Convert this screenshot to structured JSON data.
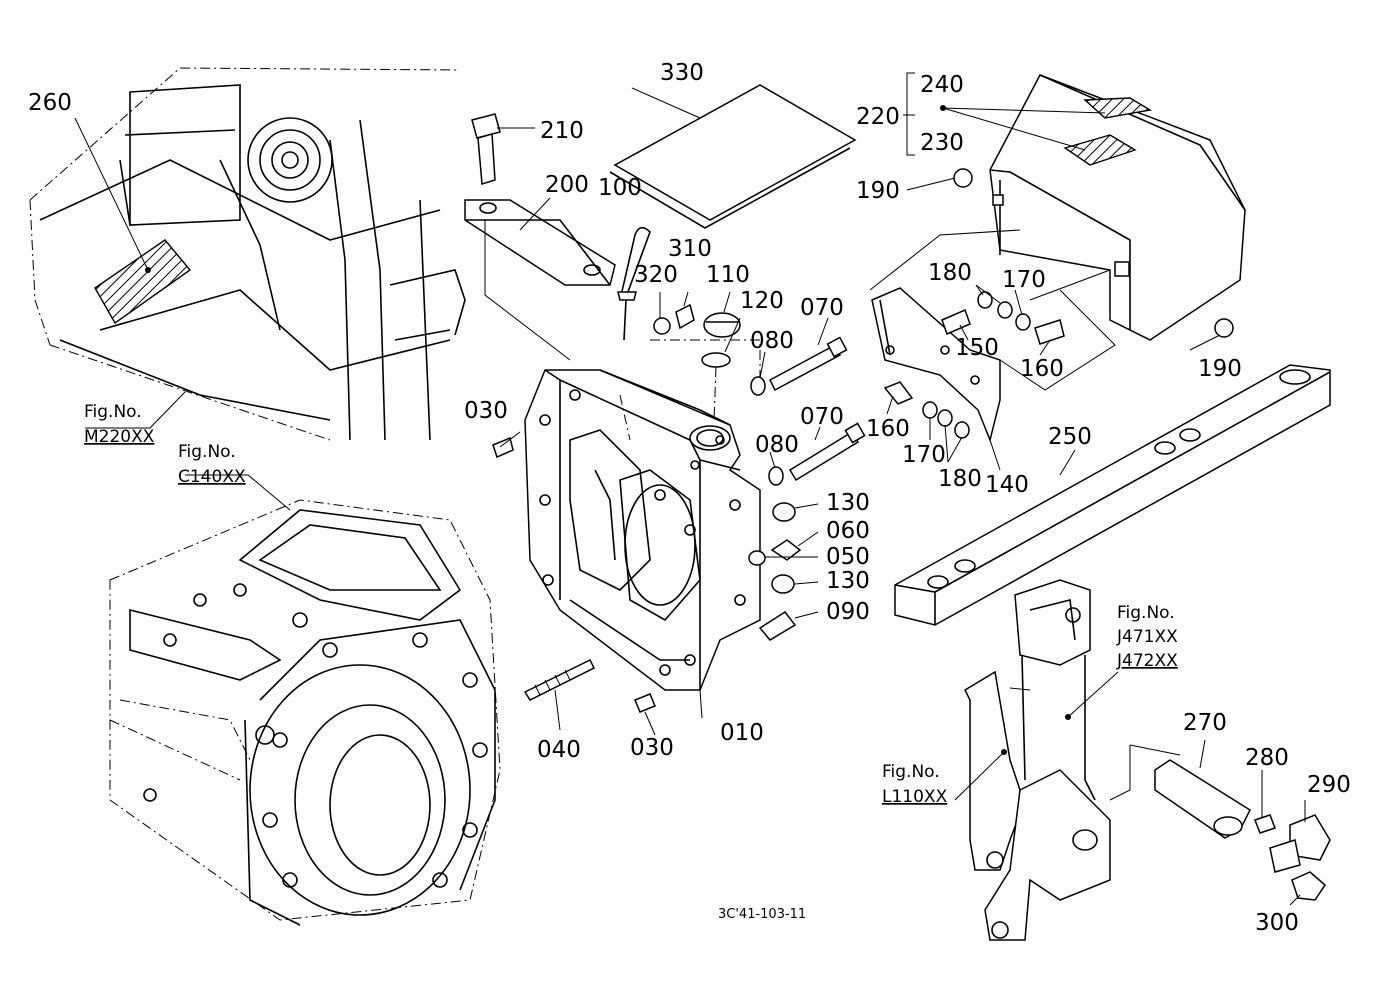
{
  "diagram": {
    "drawing_code": "3C'41-103-11",
    "part_labels": {
      "p010": "010",
      "p030a": "030",
      "p030b": "030",
      "p040": "040",
      "p050": "050",
      "p060": "060",
      "p070a": "070",
      "p070b": "070",
      "p080a": "080",
      "p080b": "080",
      "p090": "090",
      "p100": "100",
      "p110": "110",
      "p120": "120",
      "p130a": "130",
      "p130b": "130",
      "p140": "140",
      "p150": "150",
      "p160a": "160",
      "p160b": "160",
      "p170a": "170",
      "p170b": "170",
      "p180a": "180",
      "p180b": "180",
      "p190a": "190",
      "p190b": "190",
      "p200": "200",
      "p210": "210",
      "p220": "220",
      "p230": "230",
      "p240": "240",
      "p250": "250",
      "p260": "260",
      "p270": "270",
      "p280": "280",
      "p290": "290",
      "p300": "300",
      "p310": "310",
      "p320": "320",
      "p330": "330"
    },
    "figure_refs": {
      "m220": {
        "title": "Fig.No.",
        "code": "M220XX"
      },
      "c140": {
        "title": "Fig.No.",
        "code": "C140XX"
      },
      "j471": {
        "title": "Fig.No.",
        "code1": "J471XX",
        "code2": "J472XX"
      },
      "l110": {
        "title": "Fig.No.",
        "code": "L110XX"
      }
    }
  }
}
